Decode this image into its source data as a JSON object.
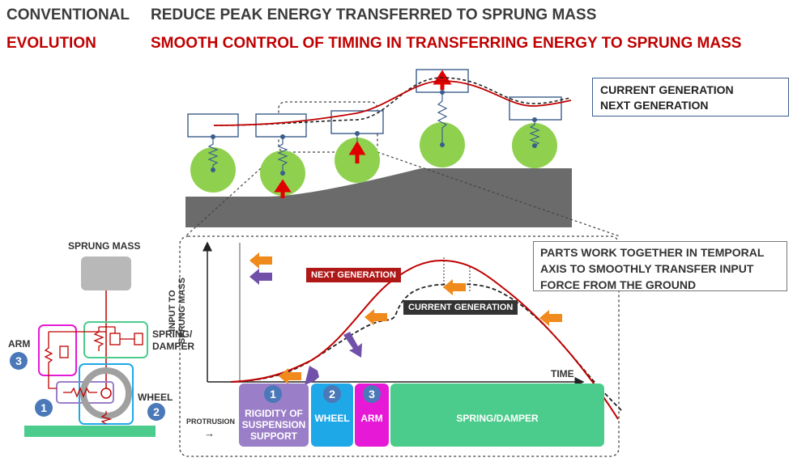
{
  "header": {
    "row1_key": "CONVENTIONAL",
    "row1_text": "REDUCE PEAK ENERGY TRANSFERRED TO SPRUNG MASS",
    "row2_key": "EVOLUTION",
    "row2_text": "SMOOTH CONTROL OF TIMING IN TRANSFERRING ENERGY TO SPRUNG MASS"
  },
  "legend": {
    "current": "CURRENT GENERATION",
    "next": "NEXT GENERATION"
  },
  "graph": {
    "ylabel_line1": "INPUT TO",
    "ylabel_line2": "SPRUNG MASS",
    "xlabel": "TIME",
    "next_tag": "NEXT GENERATION",
    "current_tag": "CURRENT GENERATION",
    "protrusion": "PROTRUSION",
    "arrow": "→"
  },
  "note": {
    "line1": "PARTS WORK TOGETHER IN TEMPORAL",
    "line2": "AXIS TO SMOOTHLY TRANSFER INPUT",
    "line3": "FORCE FROM THE GROUND"
  },
  "stages": [
    {
      "num": "1",
      "line1": "RIGIDITY OF",
      "line2": "SUSPENSION",
      "line3": "SUPPORT"
    },
    {
      "num": "2",
      "line1": "WHEEL"
    },
    {
      "num": "3",
      "line1": "ARM"
    },
    {
      "line1": "SPRING/DAMPER"
    }
  ],
  "schematic": {
    "sprung_mass": "SPRUNG MASS",
    "arm": "ARM",
    "arm_num": "3",
    "spring_line1": "SPRING/",
    "spring_line2": "DAMPER",
    "wheel": "WHEEL",
    "wheel_num": "2",
    "support_num": "1"
  },
  "colors": {
    "next": "#c00000",
    "current": "#222222",
    "wheel": "#8fd14f",
    "road": "#6b6b6b",
    "stage1": "#9b7ec8",
    "stage2": "#1fa8e8",
    "stage3": "#e619d6",
    "stage4": "#4ccc8c",
    "arrow_orange": "#f08a1c",
    "arrow_purple": "#7050a8",
    "badge": "#4a78b8"
  }
}
